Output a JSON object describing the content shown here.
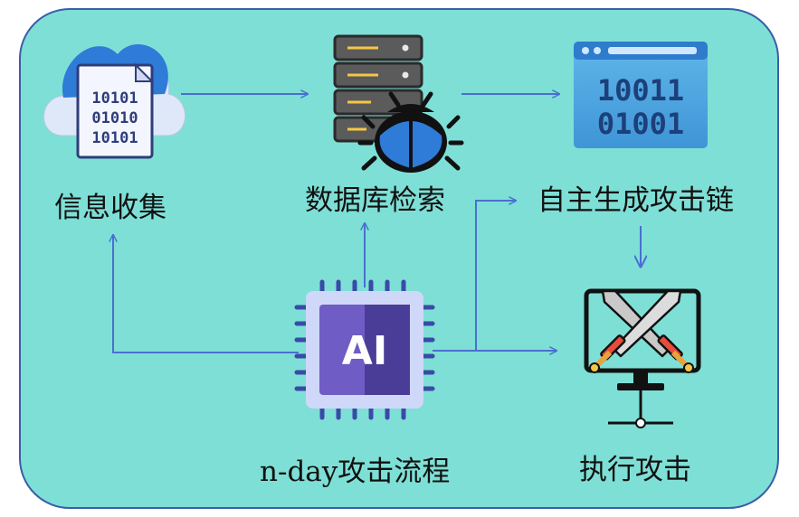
{
  "diagram": {
    "labels": {
      "info": "信息收集",
      "db": "数据库检索",
      "chain": "自主生成攻击链",
      "exec": "执行攻击",
      "flow": "n-day攻击流程"
    },
    "icons": {
      "info": "cloud-document-binary-icon",
      "db": "server-bug-icon",
      "chain": "binary-code-window-icon",
      "ai": "ai-chip-icon",
      "exec": "crossed-swords-monitor-icon"
    },
    "icon_text": {
      "binary_rows": [
        "10011",
        "01001"
      ],
      "doc_rows": [
        "10101",
        "01010",
        "10101"
      ],
      "chip": "AI"
    },
    "colors": {
      "panel_fill": "#7edfd6",
      "panel_border": "#3b5ea8",
      "arrow": "#4a6fd0",
      "text": "#111111"
    }
  }
}
